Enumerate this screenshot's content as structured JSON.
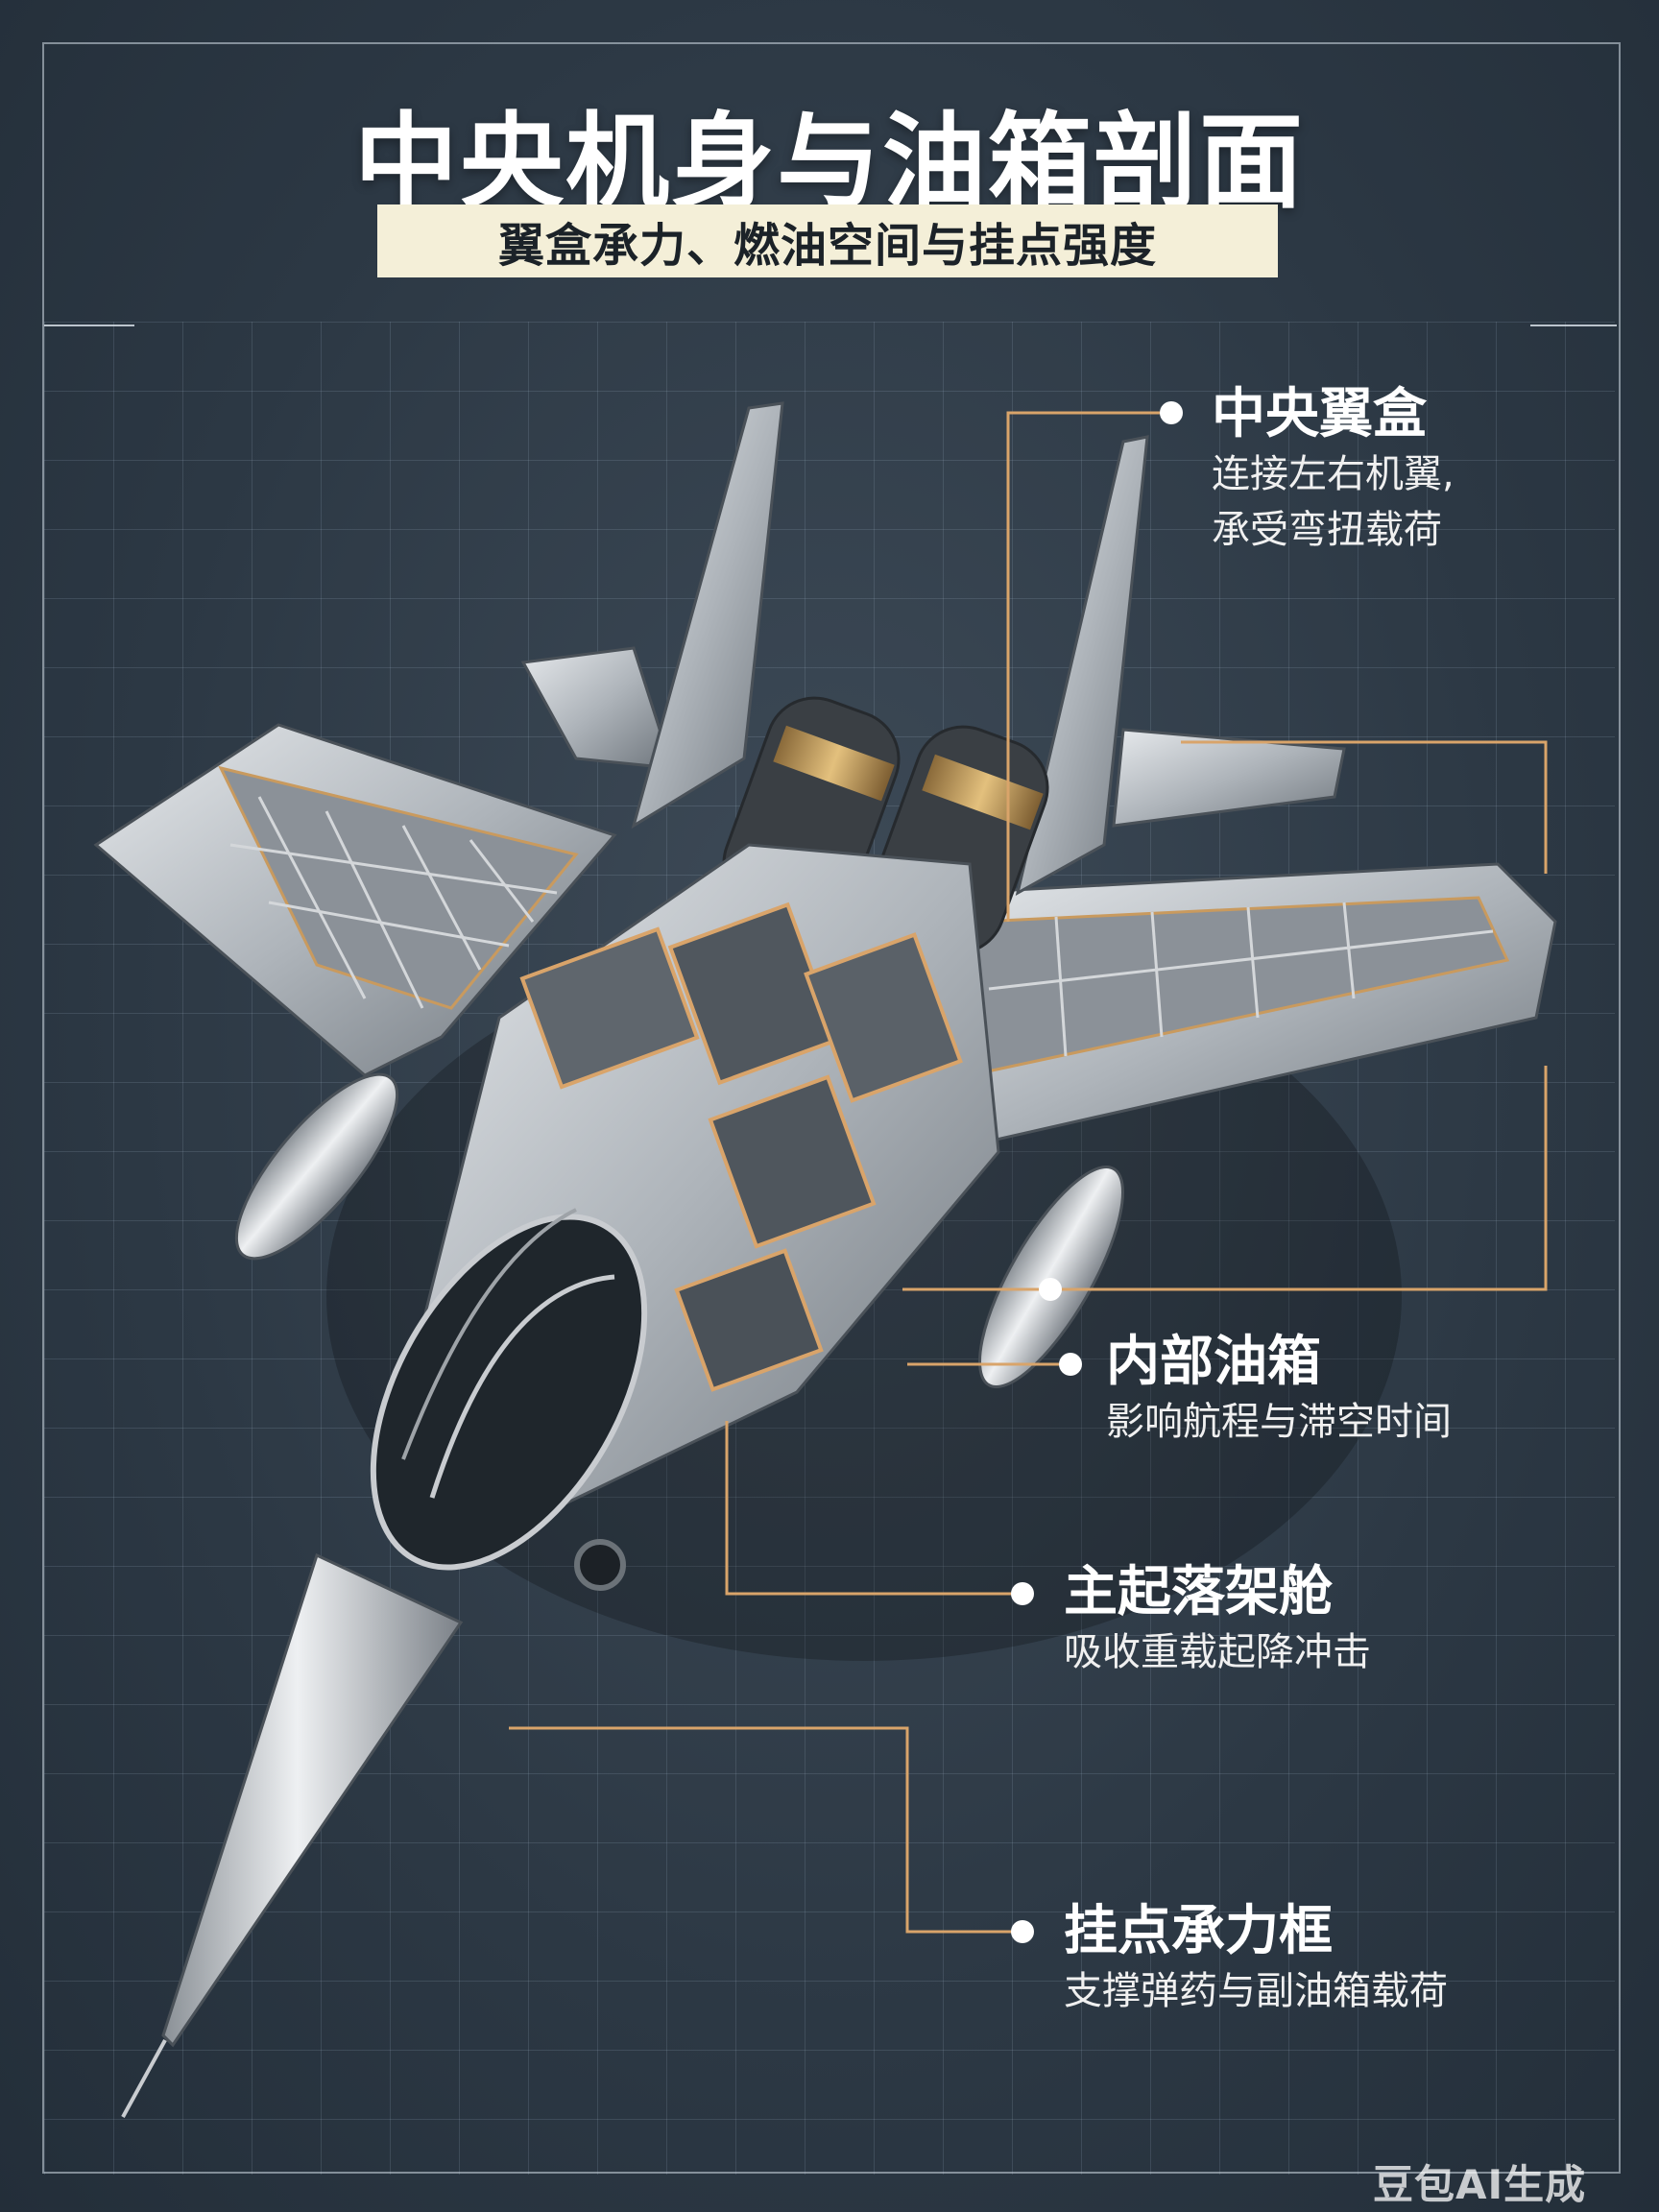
{
  "title": "中央机身与油箱剖面",
  "subtitle": "翼盒承力、燃油空间与挂点强度",
  "callouts": [
    {
      "heading": "中央翼盒",
      "desc": [
        "连接左右机翼,",
        "承受弯扭载荷"
      ]
    },
    {
      "heading": "内部油箱",
      "desc": [
        "影响航程与滞空时间"
      ]
    },
    {
      "heading": "主起落架舱",
      "desc": [
        "吸收重载起降冲击"
      ]
    },
    {
      "heading": "挂点承力框",
      "desc": [
        "支撑弹药与副油箱载荷"
      ]
    }
  ],
  "watermark": "豆包AI生成",
  "colors": {
    "background": "#2c3844",
    "accent": "#d9a46a",
    "subtitle_bg": "#f4efd8",
    "text": "#ffffff"
  }
}
